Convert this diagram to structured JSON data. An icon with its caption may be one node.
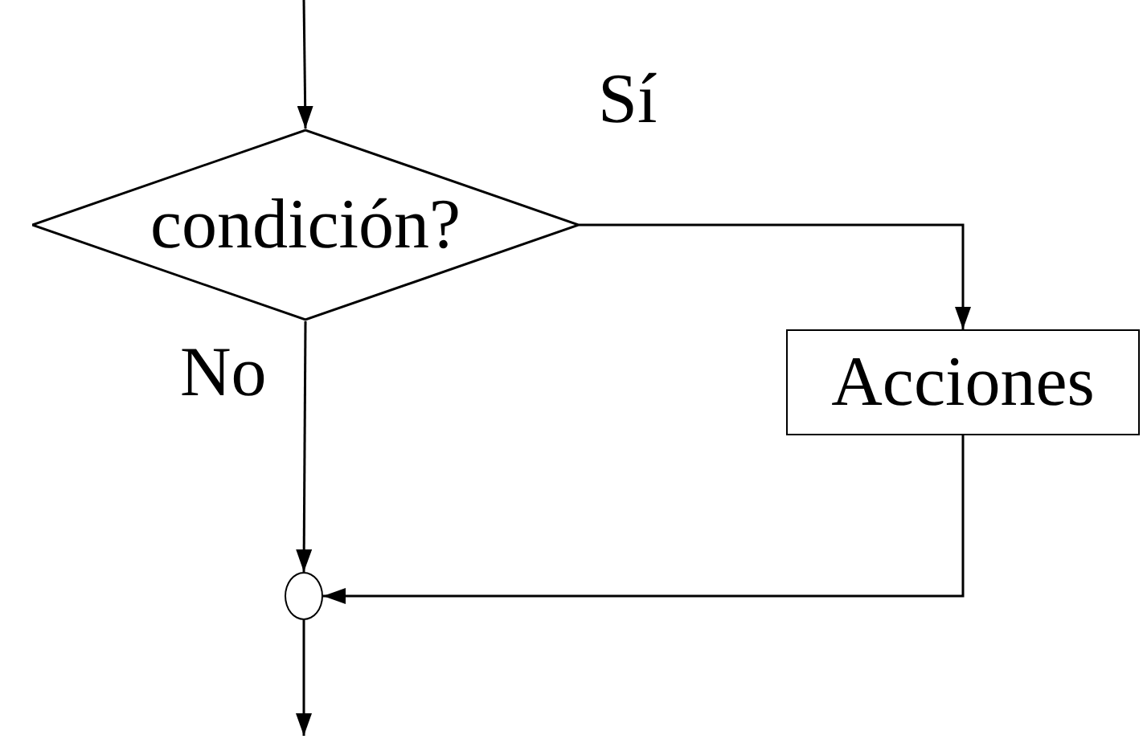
{
  "diagram": {
    "nodes": [
      {
        "text": [
          "condición?"
        ]
      },
      {
        "text": [
          "Acciones"
        ]
      },
      {
        "text": [],
        "shape": "circle"
      }
    ],
    "edges": [
      {
        "from": null,
        "to": 0,
        "arrow": "to"
      },
      {
        "from": 0,
        "to": 1,
        "arrow": "to",
        "label": "Sí"
      },
      {
        "from": 0,
        "to": 2,
        "arrow": "to",
        "label": "No"
      },
      {
        "from": 1,
        "to": 2,
        "arrow": "to"
      },
      {
        "from": 2,
        "to": null,
        "arrow": "to"
      }
    ]
  }
}
